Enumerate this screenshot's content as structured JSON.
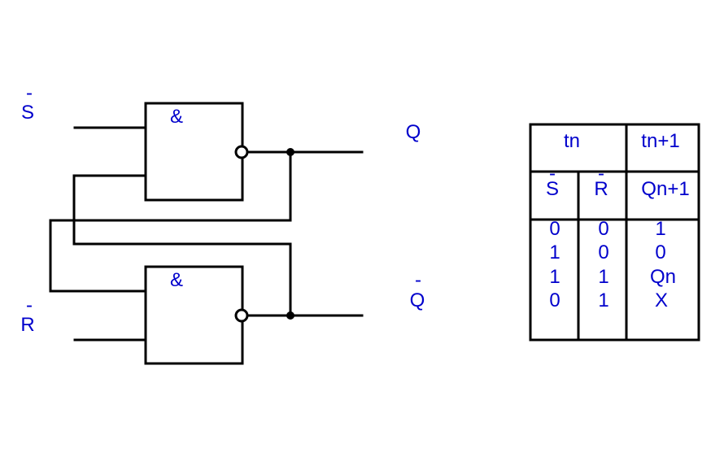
{
  "labels": {
    "s_bar": "S",
    "r_bar": "R",
    "q": "Q",
    "q_bar": "Q",
    "overbar": "-"
  },
  "gates": {
    "upper_symbol": "&",
    "lower_symbol": "&"
  },
  "truth_table": {
    "header_time_n": "tn",
    "header_time_n1": "tn+1",
    "col_s": "S",
    "col_r": "R",
    "col_q": "Qn+1",
    "rows": [
      {
        "s": "0",
        "r": "0",
        "q": "1"
      },
      {
        "s": "1",
        "r": "0",
        "q": "0"
      },
      {
        "s": "1",
        "r": "1",
        "q": "Qn"
      },
      {
        "s": "0",
        "r": "1",
        "q": "X"
      }
    ]
  },
  "colors": {
    "label_text": "#0000cc",
    "lines": "#000000"
  }
}
